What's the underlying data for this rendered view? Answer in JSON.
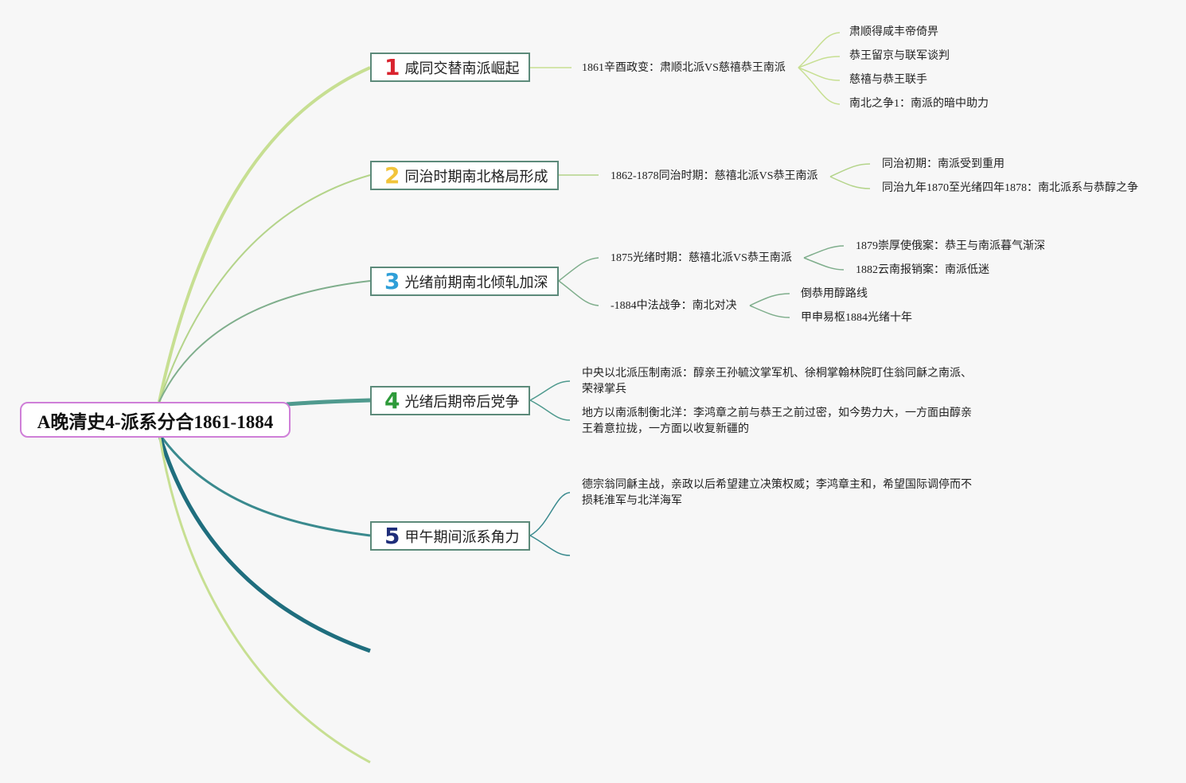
{
  "root": {
    "title": "A晚清史4-派系分合1861-1884"
  },
  "colors": {
    "root_border": "#cf7fd8",
    "branch_border": "#5c8a7a",
    "branch1_num": "#d9232e",
    "branch2_num": "#f2c43a",
    "branch3_num": "#2f9fd8",
    "branch4_num": "#2e9a3a",
    "branch5_num": "#1f2e7a"
  },
  "branches": [
    {
      "num": "1",
      "label": "咸同交替南派崛起",
      "sub": "1861辛酉政变：肃顺北派VS慈禧恭王南派",
      "leaves": [
        "肃顺得咸丰帝倚畀",
        "恭王留京与联军谈判",
        "慈禧与恭王联手",
        "南北之争1：南派的暗中助力"
      ]
    },
    {
      "num": "2",
      "label": "同治时期南北格局形成",
      "sub": "1862-1878同治时期：慈禧北派VS恭王南派",
      "leaves": [
        "同治初期：南派受到重用",
        "同治九年1870至光绪四年1878：南北派系与恭醇之争"
      ]
    },
    {
      "num": "3",
      "label": "光绪前期南北倾轧加深",
      "subs": [
        {
          "text": "1875光绪时期：慈禧北派VS恭王南派",
          "leaves": [
            "1879崇厚使俄案：恭王与南派暮气渐深",
            "1882云南报销案：南派低迷"
          ]
        },
        {
          "text": "-1884中法战争：南北对决",
          "leaves": [
            "倒恭用醇路线",
            "甲申易枢1884光绪十年"
          ]
        }
      ]
    },
    {
      "num": "4",
      "label": "光绪后期帝后党争",
      "leaves": [
        "中央以北派压制南派：醇亲王孙毓汶掌军机、徐桐掌翰林院盯住翁同龢之南派、荣禄掌兵",
        "地方以南派制衡北洋：李鸿章之前与恭王之前过密，如今势力大，一方面由醇亲王着意拉拢，一方面以收复新疆的"
      ]
    },
    {
      "num": "5",
      "label": "甲午期间派系角力",
      "leaves": [
        "德宗翁同龢主战，亲政以后希望建立决策权威；李鸿章主和，希望国际调停而不损耗淮军与北洋海军"
      ]
    }
  ]
}
